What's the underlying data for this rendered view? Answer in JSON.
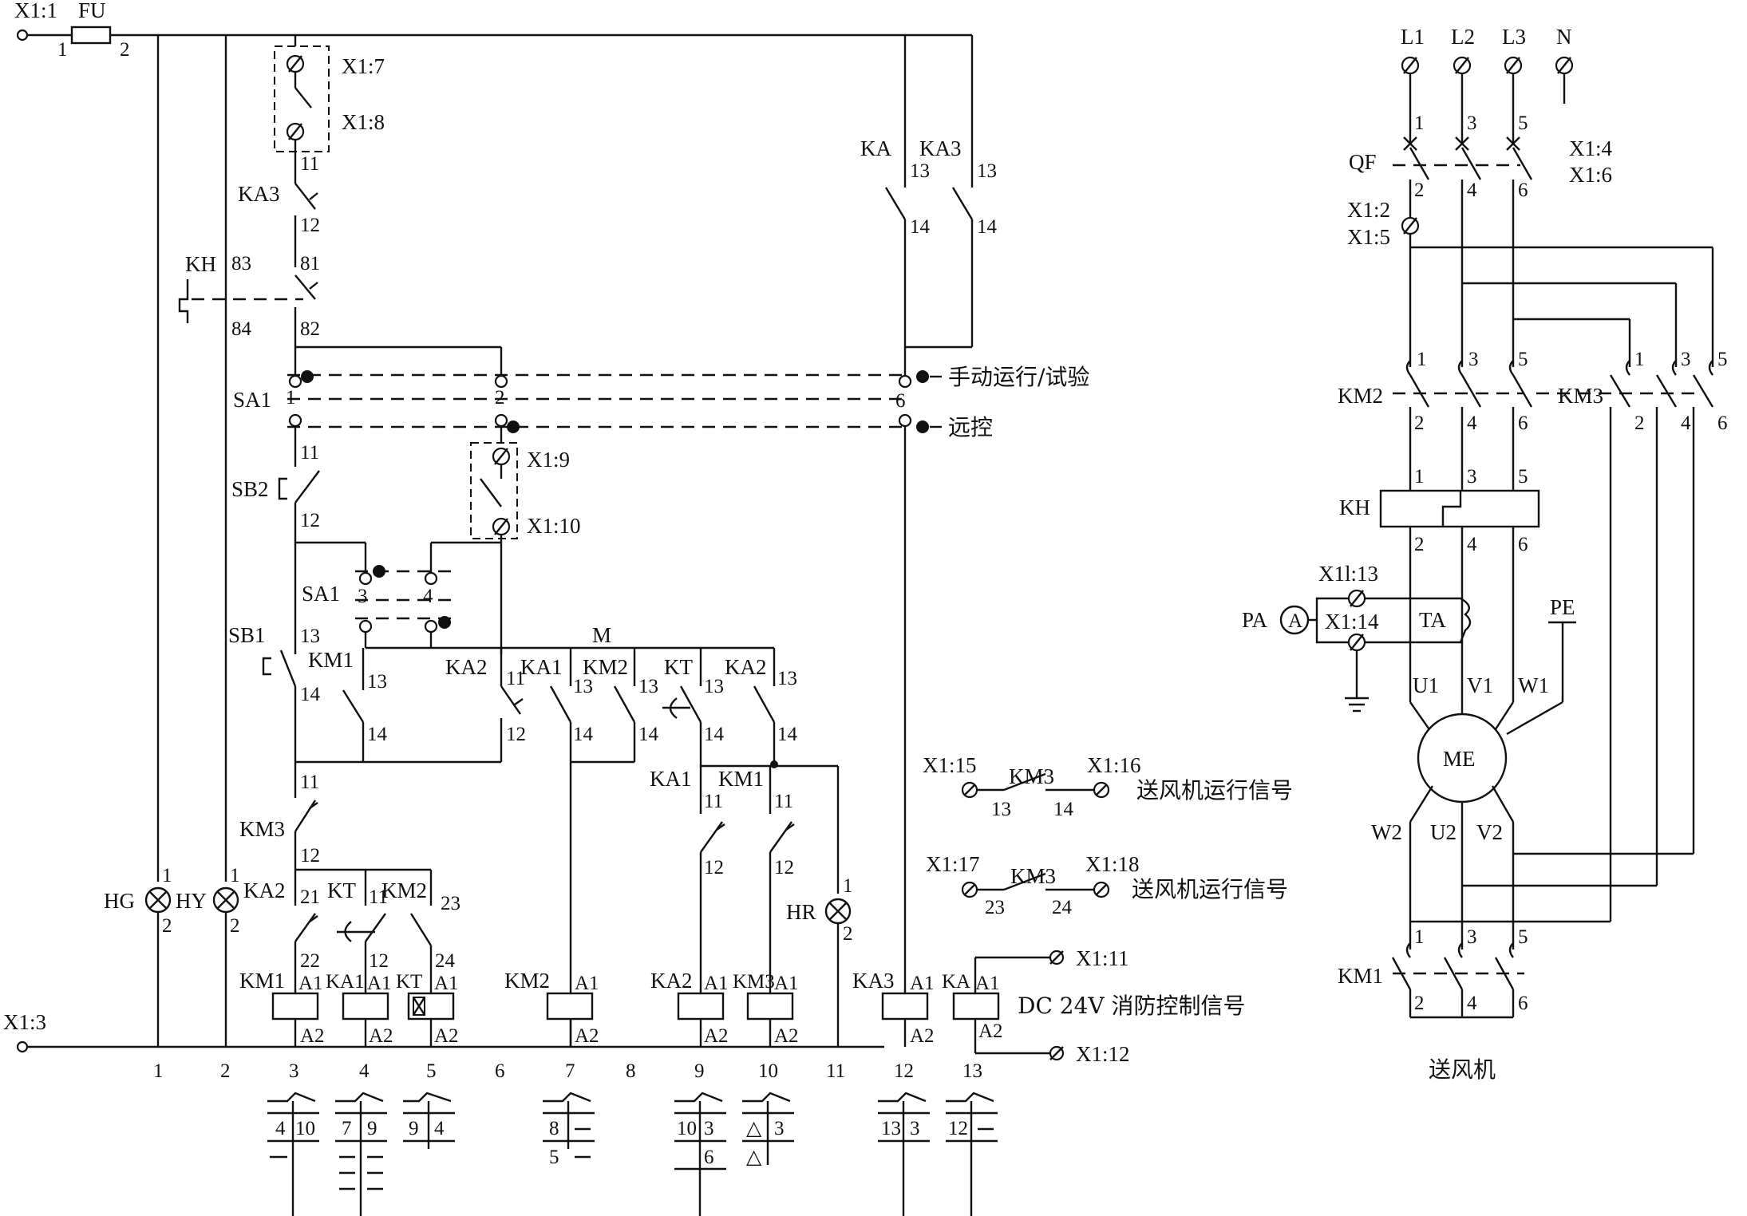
{
  "control_circuit": {
    "supply": {
      "x1_1": "X1:1",
      "x1_3": "X1:3",
      "fuse": "FU",
      "fuse_pin1": "1",
      "fuse_pin2": "2"
    },
    "terminals_top": {
      "x1_7": "X1:7",
      "x1_8": "X1:8",
      "x1_9": "X1:9",
      "x1_10": "X1:10"
    },
    "contacts": {
      "ka3_nc": "KA3",
      "ka3_11": "11",
      "ka3_12": "12",
      "kh": "KH",
      "kh_83": "83",
      "kh_84": "84",
      "kh_81": "81",
      "kh_82": "82",
      "ka": "KA",
      "ka3": "KA3",
      "ka_13": "13",
      "ka3_13": "13",
      "ka_14": "14",
      "ka3_14": "14",
      "sa1": "SA1",
      "sa1_1": "1",
      "sa1_2": "2",
      "sa1_6": "6",
      "manual_mode": "手动运行/试验",
      "remote_mode": "远控",
      "sb2": "SB2",
      "sb2_11": "11",
      "sb2_12": "12",
      "sa1b": "SA1",
      "sa1b_3": "3",
      "sa1b_4": "4",
      "sb1": "SB1",
      "sb1_13": "13",
      "sb1_14": "14",
      "km1": "KM1",
      "km1_13": "13",
      "km1_14": "14",
      "m": "M",
      "ka2a": "KA2",
      "ka2a_11": "11",
      "ka2a_12": "12",
      "ka1a": "KA1",
      "ka1a_13": "13",
      "ka1a_14": "14",
      "km2a": "KM2",
      "km2a_13": "13",
      "km2a_14": "14",
      "kta": "KT",
      "kta_13": "13",
      "kta_14": "14",
      "ka2b": "KA2",
      "ka2b_13": "13",
      "ka2b_14": "14",
      "km3a": "KM3",
      "km3a_11": "11",
      "km3a_12": "12",
      "ka1b": "KA1",
      "ka1b_11": "11",
      "ka1b_12": "12",
      "km1b": "KM1",
      "km1b_11": "11",
      "km1b_12": "12",
      "ka2c": "KA2",
      "ka2c_21": "21",
      "ka2c_22": "22",
      "ktb": "KT",
      "ktb_11": "11",
      "ktb_12": "12",
      "km2b": "KM2",
      "km2b_23": "23",
      "km2b_24": "24"
    },
    "lamps": {
      "hg": "HG",
      "hy": "HY",
      "hr": "HR",
      "p1": "1",
      "p2": "2"
    },
    "coils": {
      "km1": "KM1",
      "ka1": "KA1",
      "kt": "KT",
      "km2": "KM2",
      "ka2": "KA2",
      "km3": "KM3",
      "ka3": "KA3",
      "ka": "KA",
      "a1": "A1",
      "a2": "A2"
    },
    "lines": [
      "1",
      "2",
      "3",
      "4",
      "5",
      "6",
      "7",
      "8",
      "9",
      "10",
      "11",
      "12",
      "13"
    ],
    "crossref": {
      "c3": [
        "4",
        "10"
      ],
      "c4": [
        "7",
        "9"
      ],
      "c5": [
        "9",
        "4"
      ],
      "c7": [
        "8",
        "5"
      ],
      "c9": [
        "10",
        "3",
        "6"
      ],
      "c10": [
        "△",
        "3",
        "△"
      ],
      "c12": [
        "13",
        "3"
      ],
      "c13": [
        "12"
      ]
    },
    "signals": {
      "s1_from": "X1:15",
      "s1_to": "X1:16",
      "s1_contact": "KM3",
      "s1_13": "13",
      "s1_14": "14",
      "s1_text": "送风机运行信号",
      "s2_from": "X1:17",
      "s2_to": "X1:18",
      "s2_contact": "KM3",
      "s2_23": "23",
      "s2_24": "24",
      "s2_text": "送风机运行信号",
      "x1_11": "X1:11",
      "x1_12": "X1:12",
      "fire_text": "DC 24V 消防控制信号"
    }
  },
  "power_circuit": {
    "phases": [
      "L1",
      "L2",
      "L3",
      "N"
    ],
    "qf": "QF",
    "qf_in": [
      "1",
      "3",
      "5"
    ],
    "qf_out": [
      "2",
      "4",
      "6"
    ],
    "x1_4": "X1:4",
    "x1_6": "X1:6",
    "x1_2": "X1:2",
    "x1_5": "X1:5",
    "km2": "KM2",
    "km3": "KM3",
    "km1": "KM1",
    "kh": "KH",
    "x1_13": "X1l:13",
    "x1_14": "X1:14",
    "pa": "PA",
    "ammeter": "A",
    "ta": "TA",
    "pe": "PE",
    "motor": "ME",
    "u1": "U1",
    "v1": "V1",
    "w1": "W1",
    "w2": "W2",
    "u2": "U2",
    "v2": "V2",
    "title": "送风机"
  }
}
